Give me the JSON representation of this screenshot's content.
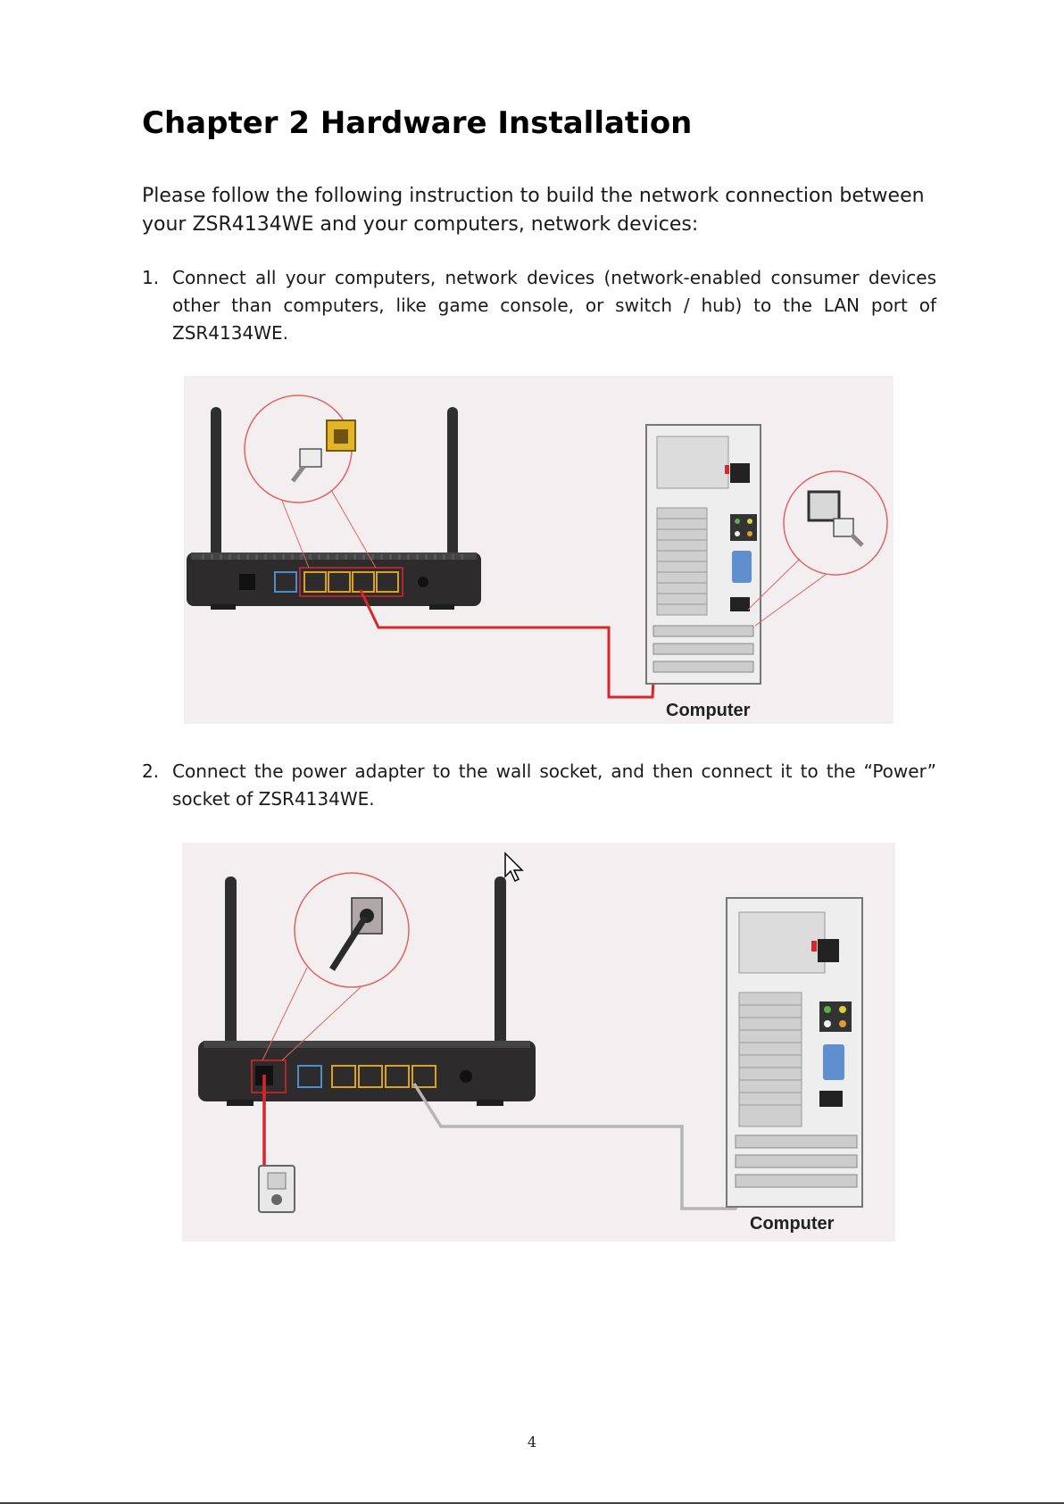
{
  "heading": "Chapter 2 Hardware Installation",
  "intro": "Please follow the following instruction to build the network connection between your ZSR4134WE and your computers, network devices:",
  "steps": [
    {
      "number": "1.",
      "text": "Connect all your computers, network devices (network-enabled consumer devices other than computers, like game console, or switch / hub) to the LAN port of ZSR4134WE."
    },
    {
      "number": "2.",
      "text": "Connect the power adapter to the wall socket, and then connect it to the “Power” socket of ZSR4134WE."
    }
  ],
  "figures": [
    {
      "label": "Computer"
    },
    {
      "label": "Computer"
    }
  ],
  "page_number": "4",
  "colors": {
    "figure_background": "#f3eff0",
    "router_body": "#2d2b2c",
    "lan_port": "#d9a21f",
    "wan_port": "#4a8fc9",
    "cable_red": "#d9262b",
    "cable_gray": "#b5b5b5",
    "callout_circle": "#e06464"
  }
}
